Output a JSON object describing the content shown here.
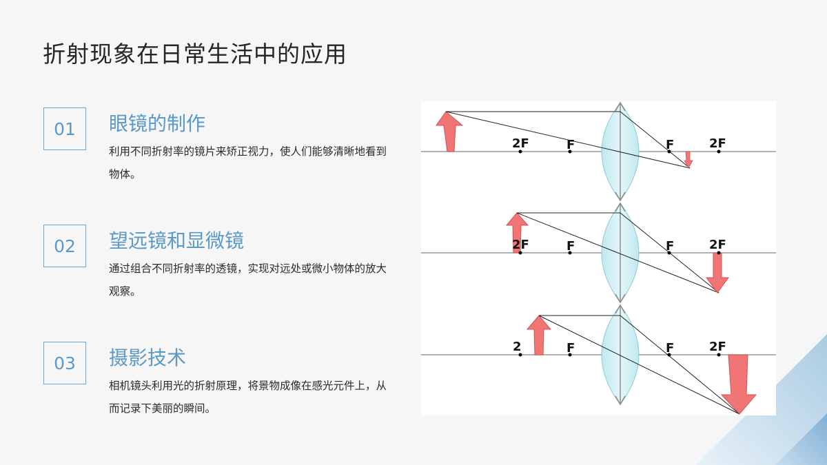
{
  "page": {
    "title": "折射现象在日常生活中的应用"
  },
  "items": [
    {
      "number": "01",
      "heading": "眼镜的制作",
      "description": "利用不同折射率的镜片来矫正视力，使人们能够清晰地看到物体。"
    },
    {
      "number": "02",
      "heading": "望远镜和显微镜",
      "description": "通过组合不同折射率的透镜，实现对远处或微小物体的放大观察。"
    },
    {
      "number": "03",
      "heading": "摄影技术",
      "description": "相机镜头利用光的折射原理，将景物成像在感光元件上，从而记录下美丽的瞬间。"
    }
  ],
  "figure": {
    "panels": [
      {
        "labels": [
          "2F",
          "F",
          "F",
          "2F"
        ]
      },
      {
        "labels": [
          "2F",
          "F",
          "F",
          "2F"
        ]
      },
      {
        "labels": [
          "2",
          "F",
          "F",
          "2F"
        ]
      }
    ]
  },
  "colors": {
    "accent": "#5b9ac8",
    "arrow": "#f07575",
    "lens": "#cdeef3",
    "decoration": "#b9d4e8"
  }
}
